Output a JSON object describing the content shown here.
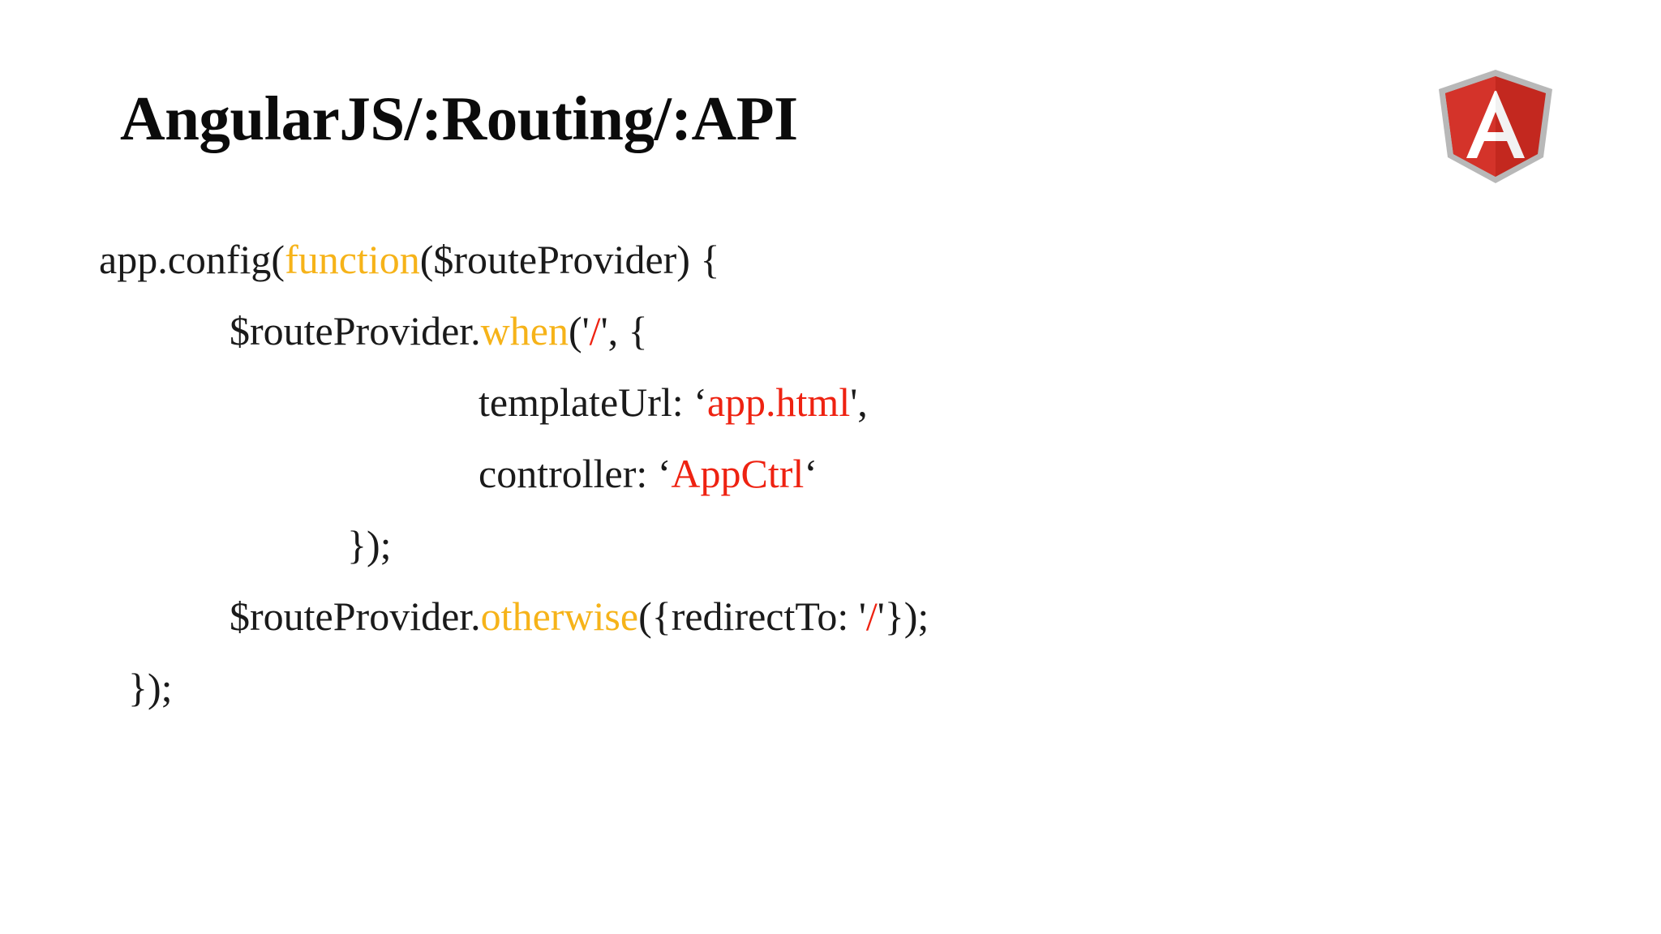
{
  "slide": {
    "title": "AngularJS/:Routing/:API",
    "background_color": "#ffffff",
    "logo": {
      "name": "angularjs-logo",
      "letter": "A",
      "shield_color": "#c3281f",
      "shield_highlight": "#e03a2a",
      "border_color": "#b5b5b5",
      "letter_color": "#f2f2f2"
    }
  },
  "code": {
    "colors": {
      "keyword": "#f6b319",
      "string": "#ee2211",
      "plain": "#1a1a1a"
    },
    "lines": [
      {
        "indent": "ind-0",
        "tokens": [
          {
            "text": "app.config(",
            "type": "plain"
          },
          {
            "text": "function",
            "type": "keyword"
          },
          {
            "text": "($routeProvider) {",
            "type": "plain"
          }
        ]
      },
      {
        "indent": "ind-1",
        "tokens": [
          {
            "text": "$routeProvider.",
            "type": "plain"
          },
          {
            "text": "when",
            "type": "keyword"
          },
          {
            "text": "('",
            "type": "plain"
          },
          {
            "text": "/",
            "type": "string"
          },
          {
            "text": "', {",
            "type": "plain"
          }
        ]
      },
      {
        "indent": "ind-2",
        "tokens": [
          {
            "text": "templateUrl: ‘",
            "type": "plain"
          },
          {
            "text": "app.html",
            "type": "string"
          },
          {
            "text": "',",
            "type": "plain"
          }
        ]
      },
      {
        "indent": "ind-2",
        "tokens": [
          {
            "text": "controller: ‘",
            "type": "plain"
          },
          {
            "text": "AppCtrl",
            "type": "string"
          },
          {
            "text": "‘",
            "type": "plain"
          }
        ]
      },
      {
        "indent": "ind-close-inner",
        "tokens": [
          {
            "text": "});",
            "type": "plain"
          }
        ]
      },
      {
        "indent": "ind-1",
        "tokens": [
          {
            "text": "$routeProvider.",
            "type": "plain"
          },
          {
            "text": "otherwise",
            "type": "keyword"
          },
          {
            "text": "({redirectTo: '",
            "type": "plain"
          },
          {
            "text": "/",
            "type": "string"
          },
          {
            "text": "'});",
            "type": "plain"
          }
        ]
      },
      {
        "indent": "ind-close-outer",
        "tokens": [
          {
            "text": "});",
            "type": "plain"
          }
        ]
      }
    ]
  }
}
